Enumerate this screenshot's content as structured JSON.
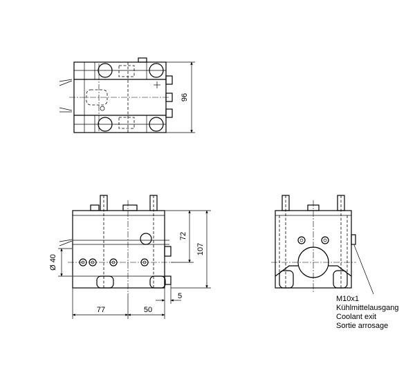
{
  "dimensions": {
    "top_height": "96",
    "front_height_72": "72",
    "front_height_107": "107",
    "front_diameter": "Ø 40",
    "front_width_77": "77",
    "front_width_50": "50",
    "front_offset_5": "5"
  },
  "callout": {
    "thread": "M10x1",
    "line_de": "Kühlmittelausgang",
    "line_en": "Coolant exit",
    "line_fr": "Sortie arrosage"
  }
}
